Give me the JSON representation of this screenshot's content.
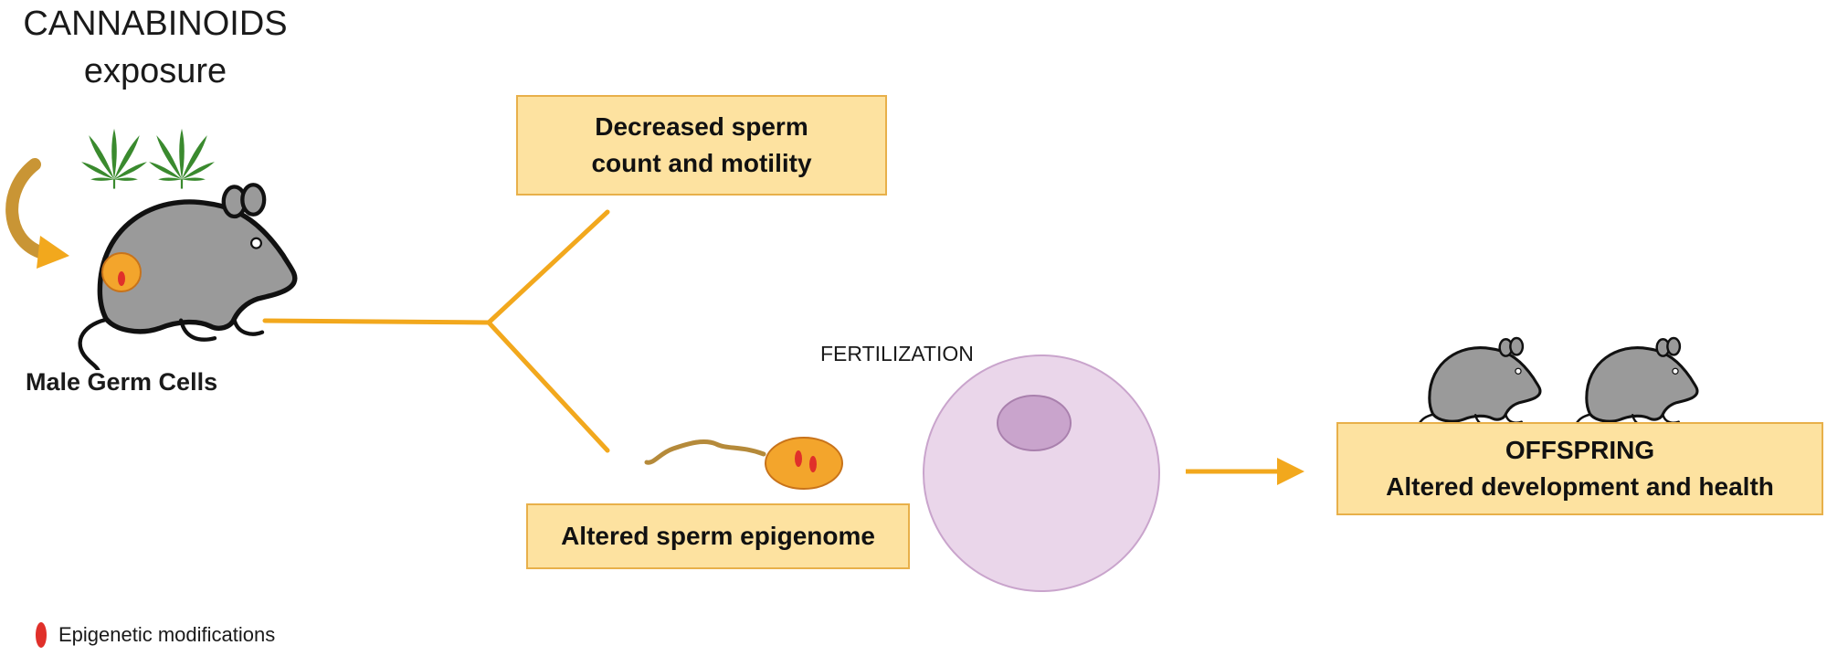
{
  "title": {
    "line1": "CANNABINOIDS",
    "line2": "exposure"
  },
  "labels": {
    "male_germ_cells": "Male Germ Cells",
    "fertilization": "FERTILIZATION",
    "legend": "Epigenetic modifications"
  },
  "boxes": {
    "sperm_count": {
      "line1": "Decreased sperm",
      "line2": "count and motility"
    },
    "sperm_epigenome": {
      "line1": "Altered sperm epigenome"
    },
    "offspring": {
      "line1": "OFFSPRING",
      "line2": "Altered development and health"
    }
  },
  "colors": {
    "box_fill": "#fde2a0",
    "box_border": "#e8b04a",
    "connector": "#f2a81d",
    "rat_body": "#9a9a9a",
    "egg": "#ead6ea",
    "nucleus": "#c9a4cc",
    "sperm_head": "#f3a52c",
    "epigenetic_mark": "#e0302a",
    "leaf": "#3a8a2e"
  }
}
